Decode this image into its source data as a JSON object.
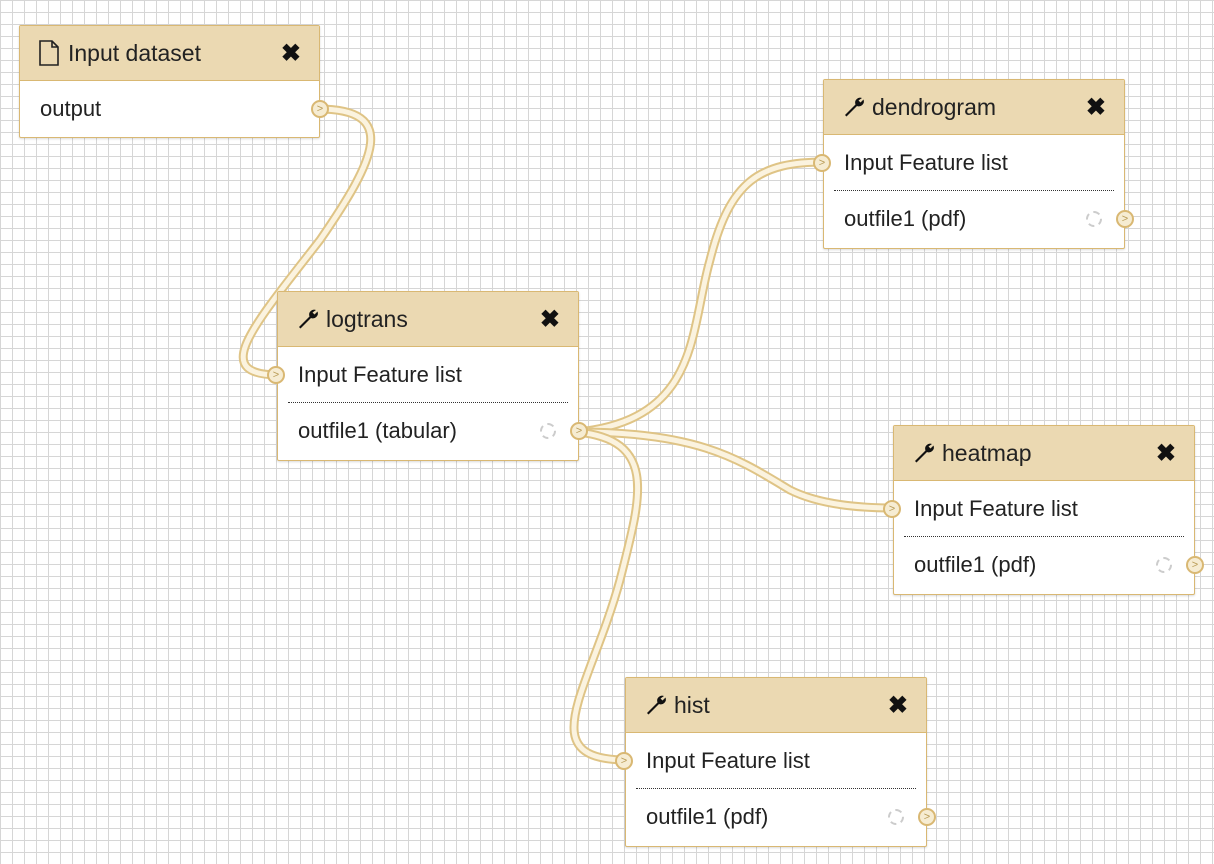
{
  "nodes": {
    "input_dataset": {
      "title": "Input dataset",
      "output": "output",
      "icon": "file-icon"
    },
    "logtrans": {
      "title": "logtrans",
      "input": "Input Feature list",
      "output": "outfile1 (tabular)",
      "icon": "wrench-icon"
    },
    "dendrogram": {
      "title": "dendrogram",
      "input": "Input Feature list",
      "output": "outfile1 (pdf)",
      "icon": "wrench-icon"
    },
    "heatmap": {
      "title": "heatmap",
      "input": "Input Feature list",
      "output": "outfile1 (pdf)",
      "icon": "wrench-icon"
    },
    "hist": {
      "title": "hist",
      "input": "Input Feature list",
      "output": "outfile1 (pdf)",
      "icon": "wrench-icon"
    }
  },
  "close_glyph": "✖",
  "colors": {
    "header": "#ebd9b2",
    "border": "#d9b873",
    "wire": "#f1e2bd"
  }
}
